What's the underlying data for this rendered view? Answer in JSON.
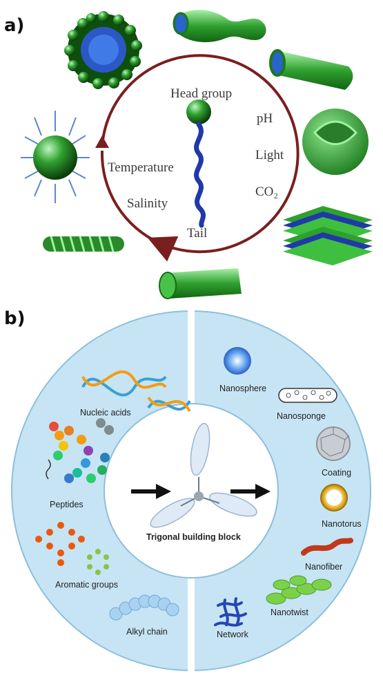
{
  "panel_a": {
    "label": "a)",
    "head_group": "Head group",
    "tail": "Tail",
    "stimuli_right": [
      "pH",
      "Light",
      "CO₂"
    ],
    "stimuli_left": [
      "Temperature",
      "Salinity"
    ],
    "colors": {
      "arrow": "#7a1f1f",
      "green": "#2fa02f",
      "blue": "#1f3aa8"
    }
  },
  "panel_b": {
    "label": "b)",
    "center": "Trigonal building block",
    "left_items": [
      "Nucleic acids",
      "Peptides",
      "Aromatic groups",
      "Alkyl chain"
    ],
    "right_items": [
      "Nanosphere",
      "Nanosponge",
      "Coating",
      "Nanotorus",
      "Nanofiber",
      "Nanotwist",
      "Network"
    ],
    "colors": {
      "ring": "#bfe0f2",
      "ring_edge": "#8cbfdc"
    }
  }
}
